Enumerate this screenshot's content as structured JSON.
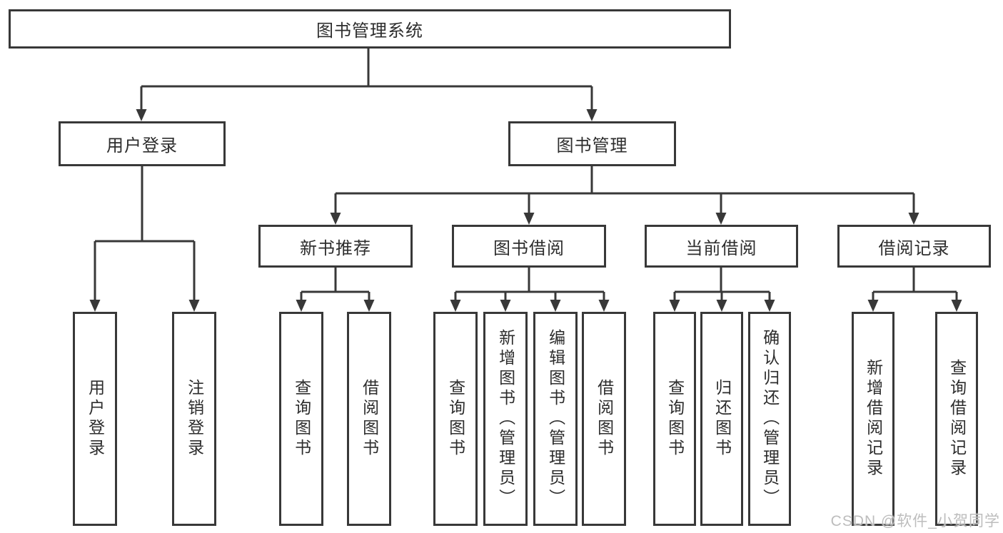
{
  "colors": {
    "background": "#ffffff",
    "line": "#383838",
    "box_border": "#383838",
    "text": "#2d2d2d",
    "watermark": "#bdbdbd"
  },
  "tree": {
    "label": "图书管理系统",
    "children": [
      {
        "label": "用户登录",
        "children": [
          {
            "label": "用户登录"
          },
          {
            "label": "注销登录"
          }
        ]
      },
      {
        "label": "图书管理",
        "children": [
          {
            "label": "新书推荐",
            "children": [
              {
                "label": "查询图书"
              },
              {
                "label": "借阅图书"
              }
            ]
          },
          {
            "label": "图书借阅",
            "children": [
              {
                "label": "查询图书"
              },
              {
                "label": "新增图书（管理员）"
              },
              {
                "label": "编辑图书（管理员）"
              },
              {
                "label": "借阅图书"
              }
            ]
          },
          {
            "label": "当前借阅",
            "children": [
              {
                "label": "查询图书"
              },
              {
                "label": "归还图书"
              },
              {
                "label": "确认归还（管理员）"
              }
            ]
          },
          {
            "label": "借阅记录",
            "children": [
              {
                "label": "新增借阅记录"
              },
              {
                "label": "查询借阅记录"
              }
            ]
          }
        ]
      }
    ]
  },
  "watermark": {
    "text": "CSDN @软件_小贺同学"
  }
}
